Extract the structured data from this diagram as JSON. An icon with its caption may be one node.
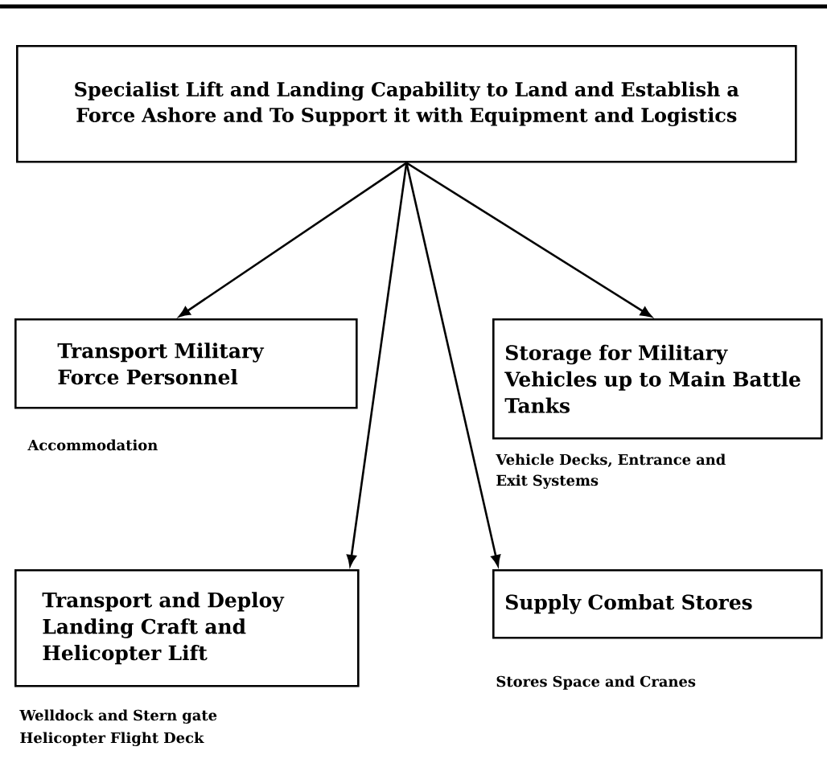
{
  "diagram": {
    "nodes": [
      {
        "text": [
          "Specialist Lift and Landing Capability to Land and Establish a Force Ashore and To Support it with Equipment and Logistics"
        ]
      },
      {
        "text": [
          "Transport Military Force Personnel"
        ],
        "beside": [
          "Accommodation"
        ]
      },
      {
        "text": [
          "Storage for Military Vehicles up to Main Battle Tanks"
        ],
        "beside": [
          "Vehicle Decks, Entrance and Exit Systems"
        ]
      },
      {
        "text": [
          "Transport and Deploy Landing Craft and Helicopter Lift"
        ],
        "beside": [
          "Welldock and Stern gate",
          "Helicopter Flight Deck"
        ]
      },
      {
        "text": [
          "Supply Combat Stores"
        ],
        "beside": [
          "Stores Space and Cranes"
        ]
      }
    ],
    "edges": [
      {
        "from": 0,
        "to": 1,
        "arrow": "to"
      },
      {
        "from": 0,
        "to": 3,
        "arrow": "to"
      },
      {
        "from": 0,
        "to": 4,
        "arrow": "to"
      },
      {
        "from": 0,
        "to": 2,
        "arrow": "to"
      }
    ]
  }
}
